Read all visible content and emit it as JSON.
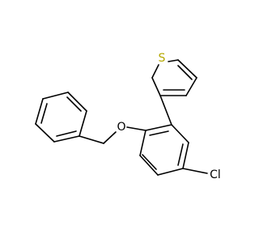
{
  "molecule": {
    "atoms": {
      "sulfur": {
        "symbol": "S",
        "color": "#b5a800"
      },
      "oxygen": {
        "symbol": "O",
        "color": "#000000"
      },
      "chlorine": {
        "symbol": "Cl",
        "color": "#000000"
      }
    },
    "bond_color": "#000000",
    "background": "#ffffff"
  }
}
